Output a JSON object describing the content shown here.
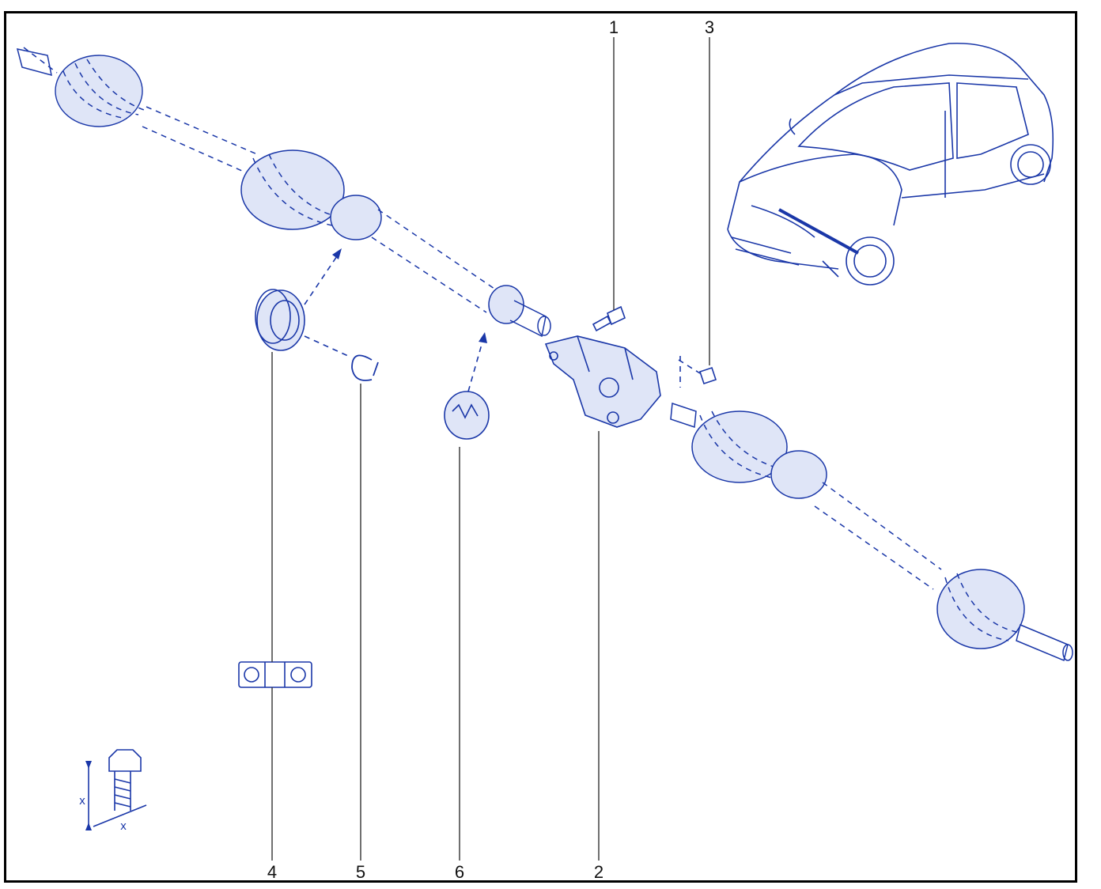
{
  "diagram": {
    "callouts": {
      "c1": "1",
      "c2": "2",
      "c3": "3",
      "c4": "4",
      "c5": "5",
      "c6": "6"
    },
    "tightening_symbol": {
      "x_label_vertical": "x",
      "x_label_horizontal": "x"
    },
    "colors": {
      "line_art": "#1a37a8",
      "frame": "#000000",
      "leader": "#333333"
    },
    "icons": [
      "car-overview-icon",
      "drive-shaft-icon",
      "bracket-icon",
      "bolt-icon",
      "bearing-icon",
      "circlip-icon",
      "seal-ring-icon",
      "tightening-torque-symbol-icon",
      "bearing-cap-symbol-icon"
    ]
  }
}
